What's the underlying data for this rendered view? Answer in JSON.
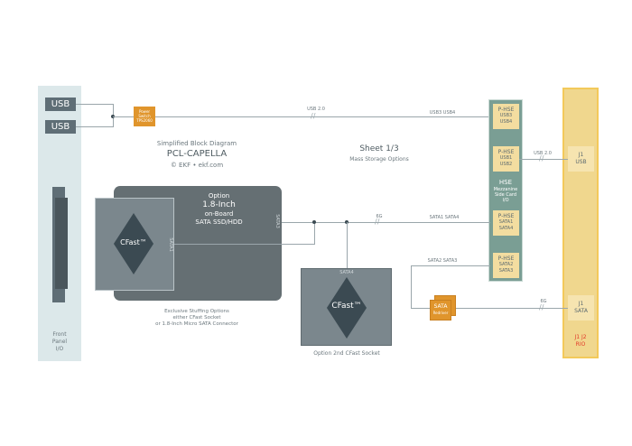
{
  "front_panel": {
    "usb_ports": [
      "USB",
      "USB"
    ],
    "label": [
      "Front",
      "Panel",
      "I/O"
    ]
  },
  "power_switch": {
    "lines": [
      "Power",
      "Switch",
      "TPS2060"
    ]
  },
  "title": {
    "subtitle": "Simplified Block Diagram",
    "name": "PCL-CAPELLA",
    "copyright": "© EKF  •  ekf.com"
  },
  "sheet": {
    "title": "Sheet 1/3",
    "subtitle": "Mass Storage Options"
  },
  "buses": {
    "usb_main": "USB 2.0",
    "usb34": "USB3 USB4",
    "usb_j1": "USB 2.0",
    "sata_6g": "6G",
    "sata14": "SATA1 SATA4",
    "sata23": "SATA2 SATA3",
    "redriver_6g": "6G",
    "sata4": "SATA4",
    "sata1": "SATA1",
    "sata3": "SATA3"
  },
  "hse": {
    "title": "HSE",
    "lines": [
      "Mezzanine",
      "Side Card",
      "I/O"
    ],
    "connectors": [
      {
        "name": "P-HSE",
        "a": "USB3",
        "b": "USB4"
      },
      {
        "name": "P-HSE",
        "a": "USB1",
        "b": "USB2"
      },
      {
        "name": "P-HSE",
        "a": "SATA1",
        "b": "SATA4"
      },
      {
        "name": "P-HSE",
        "a": "SATA2",
        "b": "SATA3"
      }
    ]
  },
  "rio": {
    "j1_usb": [
      "J1",
      "USB"
    ],
    "j1_sata": [
      "J1",
      "SATA"
    ],
    "label": [
      "J1 J2",
      "RIO"
    ]
  },
  "ssd": {
    "lines": [
      "Option",
      "1.8-Inch",
      "on-Board",
      "SATA SSD/HDD"
    ]
  },
  "cfast": {
    "label": "CFast™"
  },
  "cfast2": {
    "label": "CFast™",
    "caption": "Option 2nd CFast Socket"
  },
  "redriver": {
    "lines": [
      "SATA",
      "Redriver"
    ]
  },
  "exclusive": {
    "lines": [
      "Exclusive Stuffing Options",
      "either CFast Socket",
      "or 1.8-Inch Micro SATA Connector"
    ]
  },
  "colors": {
    "orange": "#e0952c",
    "hse": "#7a9e94",
    "rio": "#f0d78e",
    "dark": "#656f73"
  }
}
